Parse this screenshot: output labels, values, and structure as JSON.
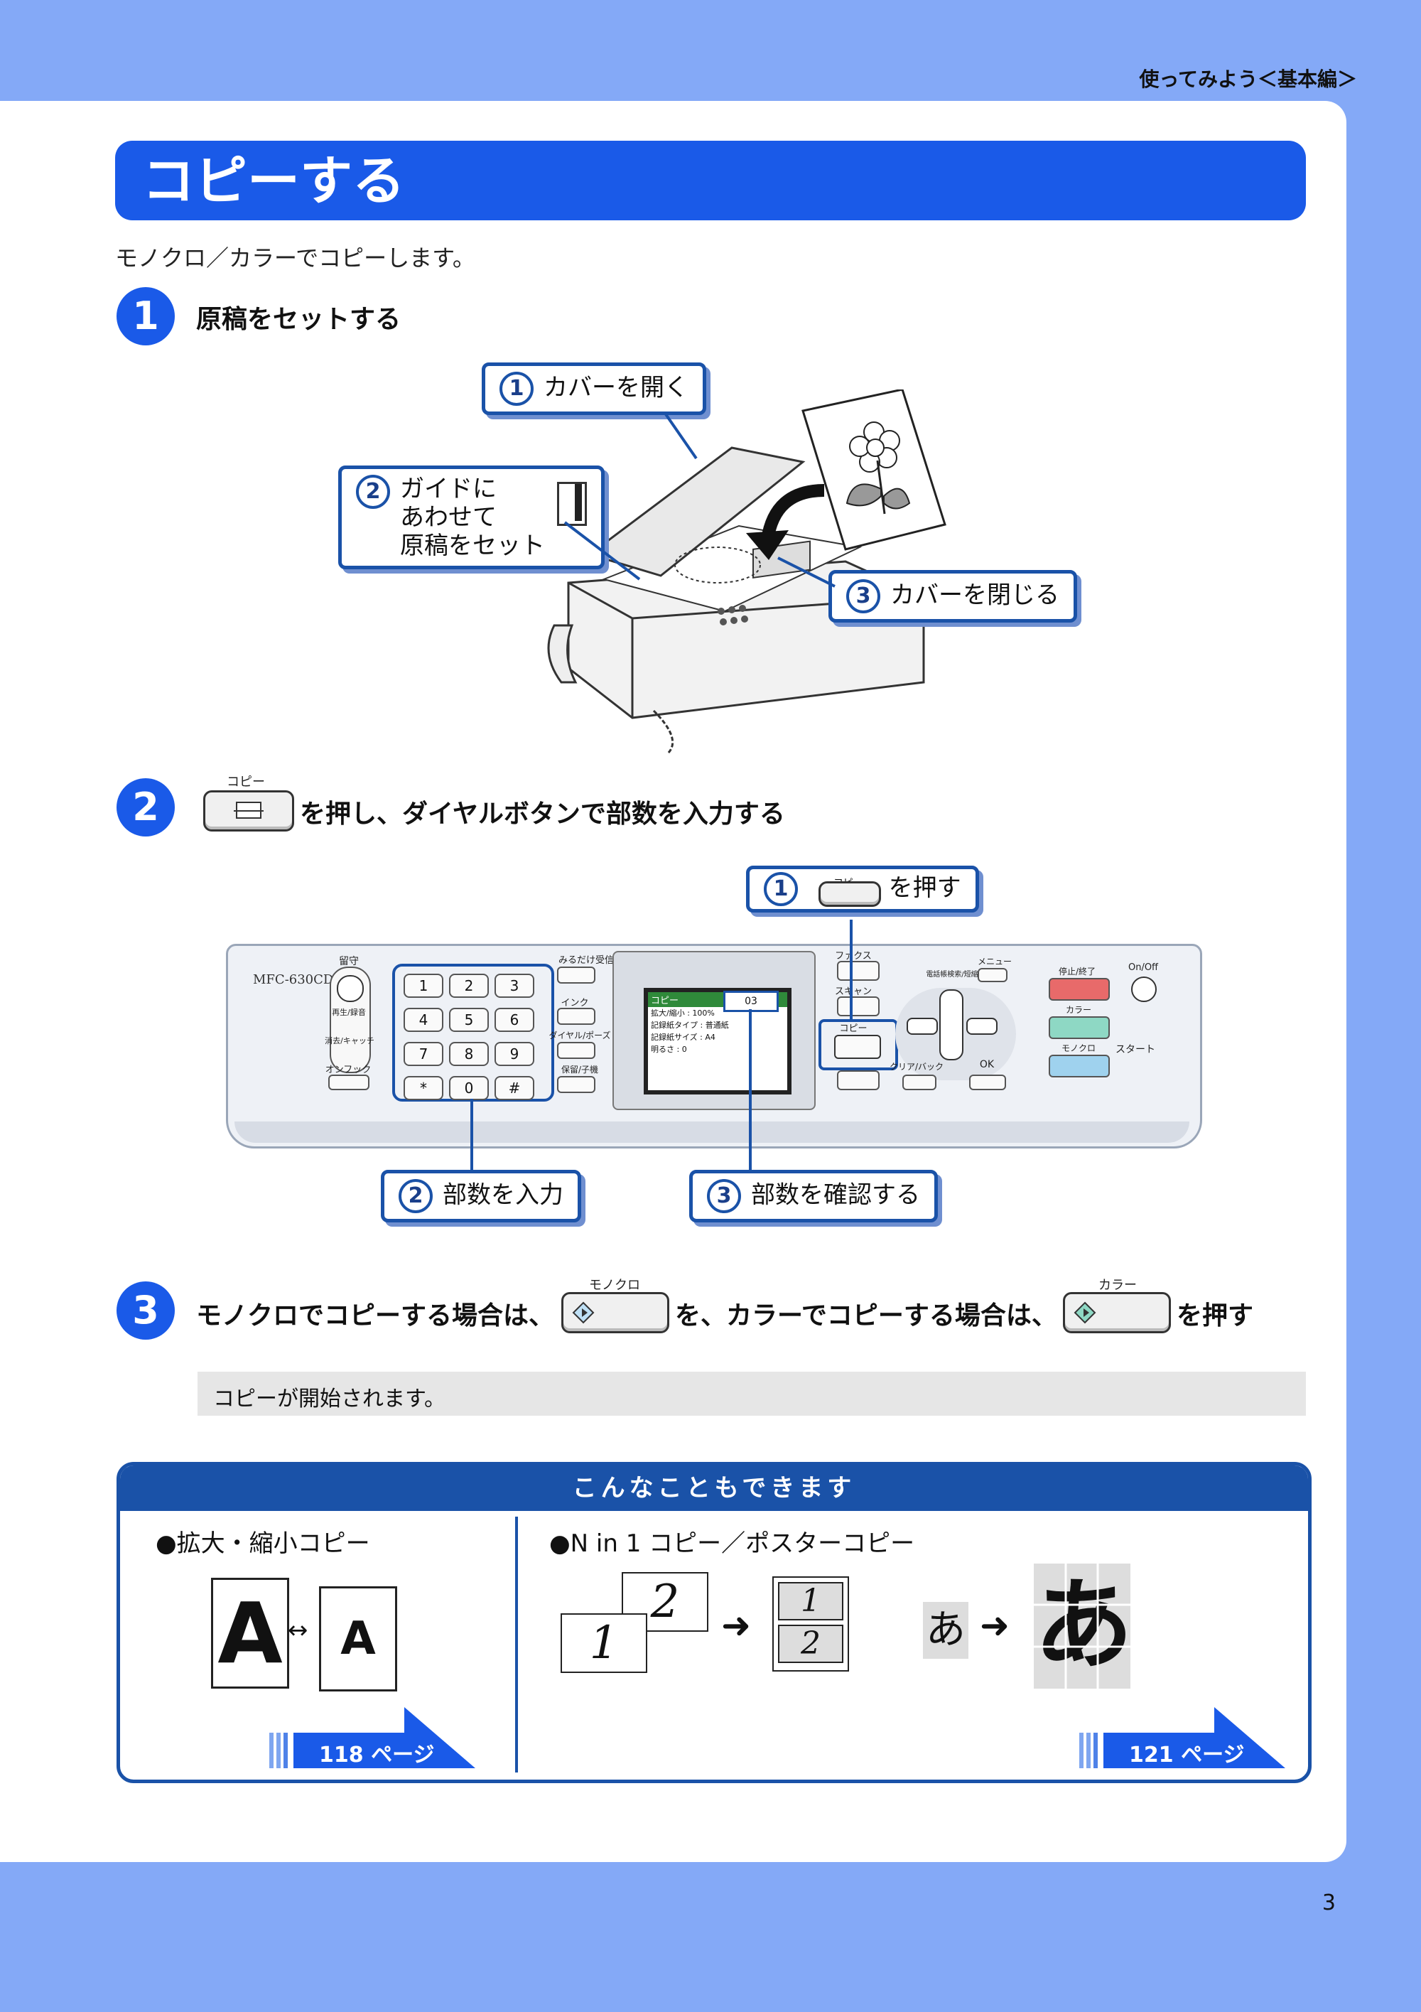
{
  "header": {
    "section": "使ってみよう＜基本編＞"
  },
  "page": {
    "title": "コピーする",
    "intro": "モノクロ／カラーでコピーします。",
    "number": "3"
  },
  "step1": {
    "num": "1",
    "title": "原稿をセットする",
    "callouts": {
      "c1": {
        "num": "1",
        "text": "カバーを開く"
      },
      "c2": {
        "num": "2",
        "lines": [
          "ガイドに",
          "あわせて",
          "原稿をセット"
        ]
      },
      "c3": {
        "num": "3",
        "text": "カバーを閉じる"
      }
    }
  },
  "step2": {
    "num": "2",
    "key_label": "コピー",
    "title": "を押し、ダイヤルボタンで部数を入力する",
    "callouts": {
      "c1": {
        "num": "1",
        "key_label": "コピー",
        "text": "を押す"
      },
      "c2": {
        "num": "2",
        "text": "部数を入力"
      },
      "c3": {
        "num": "3",
        "text": "部数を確認する"
      }
    },
    "panel": {
      "model": "MFC-630CD",
      "rusu": "留守",
      "saisei": "再生/録音",
      "shokyo": "消去/キャッチ",
      "onhook": "オンフック",
      "mirudake": "みるだけ受信",
      "ink": "インク",
      "dial_pause": "ダイヤル/ポーズ",
      "hold": "保留/子機",
      "fax": "ファクス",
      "scan": "スキャン",
      "copy": "コピー",
      "phonebook": "電話帳検索/短縮",
      "menu": "メニュー",
      "clear": "クリア/バック",
      "ok": "OK",
      "stop": "停止/終了",
      "onoff": "On/Off",
      "color": "カラー",
      "mono": "モノクロ",
      "start": "スタート",
      "keys": [
        "1",
        "2",
        "3",
        "4",
        "5",
        "6",
        "7",
        "8",
        "9",
        "*",
        "0",
        "#"
      ],
      "lcd_rows": [
        "コピー",
        "拡大/縮小 : 100%",
        "記録紙タイプ : 普通紙",
        "記録紙サイズ : A4",
        "明るさ : 0"
      ],
      "lcd_count": "03"
    }
  },
  "step3": {
    "num": "3",
    "text1": "モノクロでコピーする場合は、",
    "mono_label": "モノクロ",
    "text2": "を、カラーでコピーする場合は、",
    "color_label": "カラー",
    "text3": "を押す",
    "note": "コピーが開始されます。"
  },
  "tips": {
    "header": "こんなこともできます",
    "left": {
      "label": "●拡大・縮小コピー",
      "big": "A",
      "small": "A",
      "page": "118 ページ"
    },
    "right": {
      "label": "●N in 1 コピー／ポスターコピー",
      "n1": "1",
      "n2": "2",
      "kana": "あ",
      "page": "121 ページ"
    }
  },
  "colors": {
    "brand_blue": "#1a5ae8",
    "frame_blue": "#84a9f7",
    "callout_border": "#1a52a8"
  }
}
